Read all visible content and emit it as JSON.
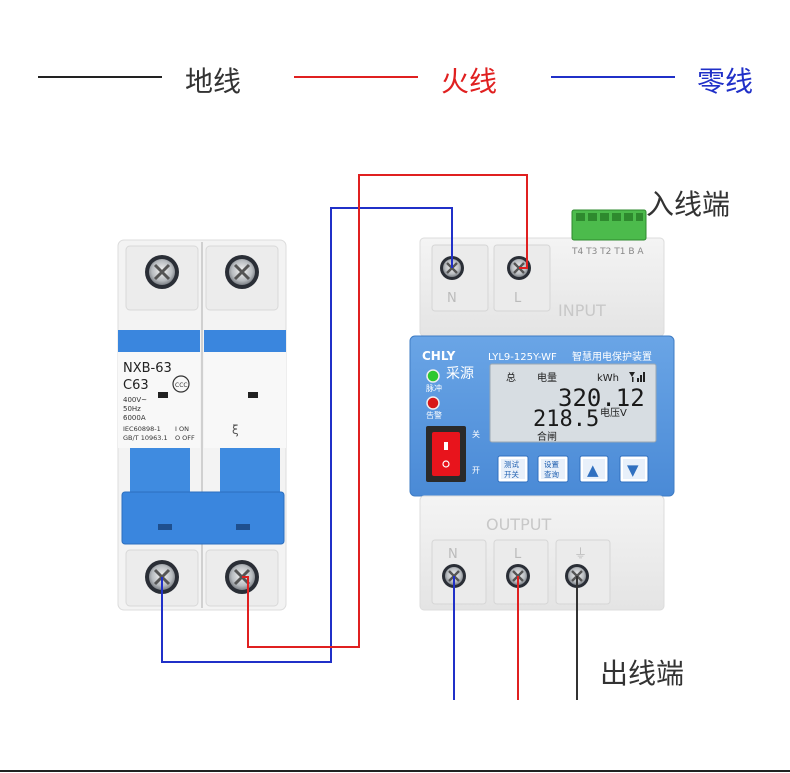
{
  "legend": {
    "ground": {
      "label": "地线",
      "color": "#222222"
    },
    "live": {
      "label": "火线",
      "color": "#e02020"
    },
    "neutral": {
      "label": "零线",
      "color": "#2030c8"
    }
  },
  "labels": {
    "input_end": "入线端",
    "output_end": "出线端"
  },
  "breaker": {
    "model": "NXB-63",
    "rating": "C63",
    "spec1": "400V~",
    "spec2": "50Hz",
    "spec3": "6000A",
    "std1": "IEC60898-1",
    "std2": "GB/T 10963.1",
    "on": "I ON",
    "off": "O OFF",
    "cert": "CCC"
  },
  "device": {
    "brand": "CHLY",
    "brand_cn": "采源",
    "model": "LYL9-125Y-WF",
    "model_desc": "智慧用电保护装置",
    "terminal_labels": "T4 T3 T2 T1 B A",
    "input_label": "INPUT",
    "output_label": "OUTPUT",
    "input_N": "N",
    "input_L": "L",
    "output_N": "N",
    "output_L": "L",
    "output_ground": "⏚",
    "led_pulse": "脉冲",
    "led_alarm": "告警",
    "switch_off": "关",
    "switch_on": "开",
    "lcd_total": "总",
    "lcd_energy": "电量",
    "lcd_unit_energy": "kWh",
    "lcd_value_energy": "320.12",
    "lcd_value_voltage": "218.5",
    "lcd_unit_voltage": "电压V",
    "lcd_status": "合闸",
    "btn_test_line1": "测试",
    "btn_test_line2": "开关",
    "btn_set_line1": "设置",
    "btn_set_line2": "查询",
    "btn_up": "▲",
    "btn_down": "▼"
  },
  "colors": {
    "neutral_wire": "#2030c8",
    "live_wire": "#e02020",
    "ground_wire": "#333333",
    "device_blue": "#5b9be0",
    "breaker_blue": "#3a86de",
    "lcd_bg": "#d7dde2",
    "switch_red": "#e8141c"
  }
}
